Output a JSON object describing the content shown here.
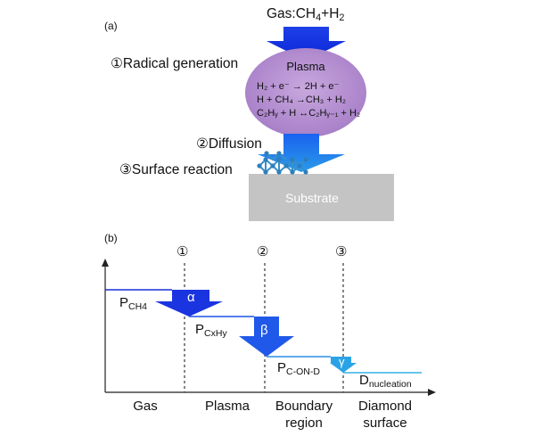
{
  "panel_a": {
    "letter": "(a)",
    "gas_prefix": "Gas:CH",
    "gas_sub1": "4",
    "gas_plus": "+H",
    "gas_sub2": "2",
    "step1": "①Radical generation",
    "plasma_title": "Plasma",
    "reactions": [
      {
        "text": "H₂ + e⁻ → 2H + e⁻"
      },
      {
        "text": "H + CH₄ →CH₃ + H₂"
      },
      {
        "text": "C₂Hᵧ + H ↔C₂Hᵧ₋₁ + H₂"
      }
    ],
    "step2": "②Diffusion",
    "step3": "③Surface reaction",
    "substrate": "Substrate"
  },
  "panel_b": {
    "letter": "(b)",
    "markers": [
      "①",
      "②",
      "③"
    ],
    "levels": [
      {
        "label": "P",
        "sub": "CH4"
      },
      {
        "label": "P",
        "sub": "CxHy"
      },
      {
        "label": "P",
        "sub": "C-ON-D"
      },
      {
        "label": "D",
        "sub": "nucleation"
      }
    ],
    "greek": [
      "α",
      "β",
      "γ"
    ],
    "regions": [
      {
        "line1": "Gas",
        "line2": ""
      },
      {
        "line1": "Plasma",
        "line2": ""
      },
      {
        "line1": "Boundary",
        "line2": "region"
      },
      {
        "line1": "Diamond",
        "line2": "surface"
      }
    ]
  },
  "colors": {
    "arrow_blue": "#1a3fe6",
    "arrow_mid": "#1f6bf0",
    "arrow_light": "#2aa0e8",
    "plasma_fill": "#b48fd0",
    "substrate_fill": "#c4c4c4",
    "molecule": "#3a8fc7"
  }
}
